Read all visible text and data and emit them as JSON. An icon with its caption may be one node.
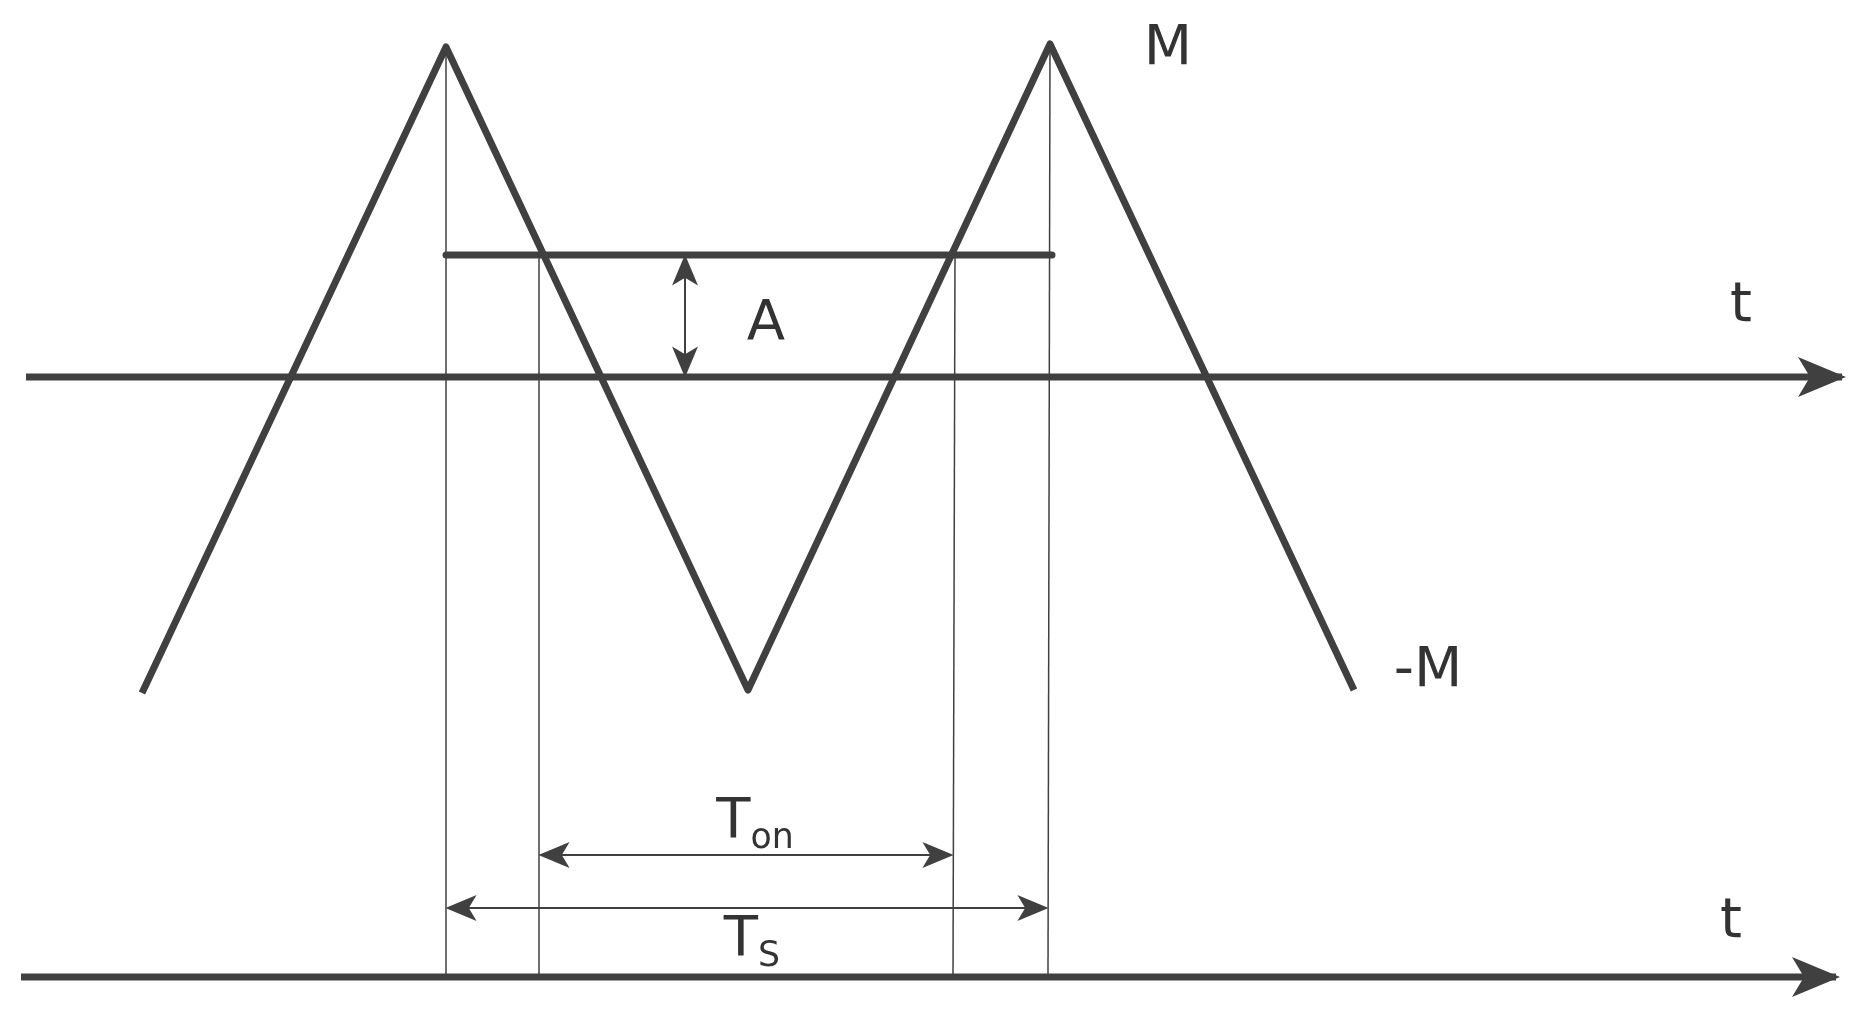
{
  "diagram": {
    "labels": [
      "M",
      "t",
      "A",
      "-M",
      "T$_{on}$",
      "t",
      "T$_{S}$"
    ]
  }
}
